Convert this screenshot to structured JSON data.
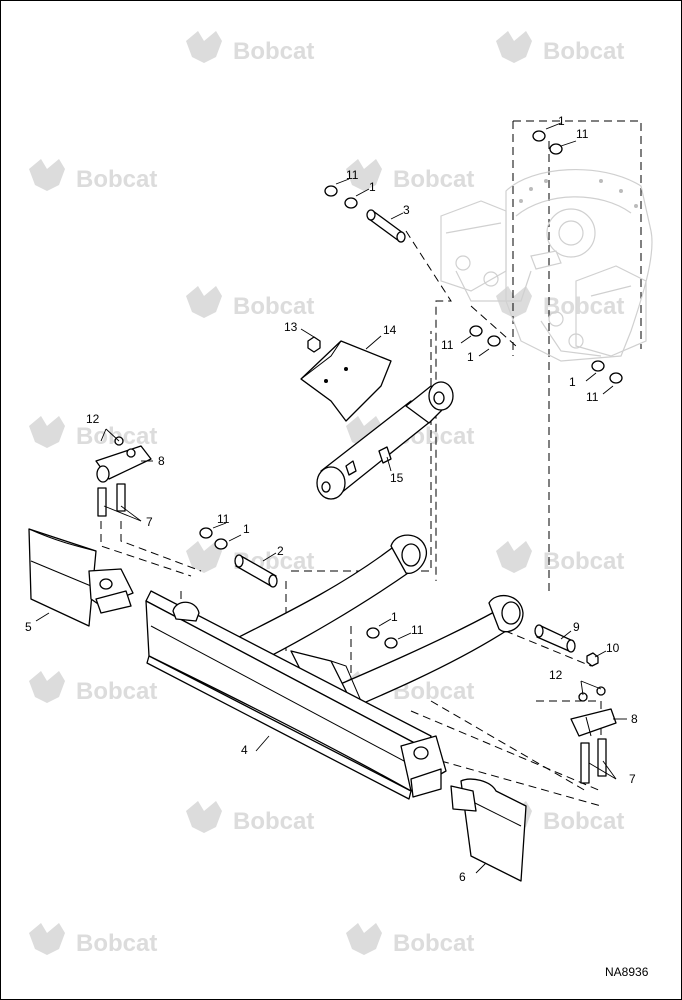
{
  "watermark": {
    "text": "Bobcat",
    "color": "#dcdcdc",
    "icon": "bobcat-head-icon"
  },
  "drawing_code": "NA8936",
  "callouts": [
    {
      "id": "c1a",
      "label": "1"
    },
    {
      "id": "c11a",
      "label": "11"
    },
    {
      "id": "c11b",
      "label": "11"
    },
    {
      "id": "c1b",
      "label": "1"
    },
    {
      "id": "c3",
      "label": "3"
    },
    {
      "id": "c13",
      "label": "13"
    },
    {
      "id": "c14",
      "label": "14"
    },
    {
      "id": "c11c",
      "label": "11"
    },
    {
      "id": "c1c",
      "label": "1"
    },
    {
      "id": "c1d",
      "label": "1"
    },
    {
      "id": "c11d",
      "label": "11"
    },
    {
      "id": "c12a",
      "label": "12"
    },
    {
      "id": "c8a",
      "label": "8"
    },
    {
      "id": "c15",
      "label": "15"
    },
    {
      "id": "c7a",
      "label": "7"
    },
    {
      "id": "c11e",
      "label": "11"
    },
    {
      "id": "c1e",
      "label": "1"
    },
    {
      "id": "c2",
      "label": "2"
    },
    {
      "id": "c5",
      "label": "5"
    },
    {
      "id": "c1f",
      "label": "1"
    },
    {
      "id": "c11f",
      "label": "11"
    },
    {
      "id": "c9",
      "label": "9"
    },
    {
      "id": "c10",
      "label": "10"
    },
    {
      "id": "c12b",
      "label": "12"
    },
    {
      "id": "c8b",
      "label": "8"
    },
    {
      "id": "c4",
      "label": "4"
    },
    {
      "id": "c7b",
      "label": "7"
    },
    {
      "id": "c6",
      "label": "6"
    }
  ]
}
